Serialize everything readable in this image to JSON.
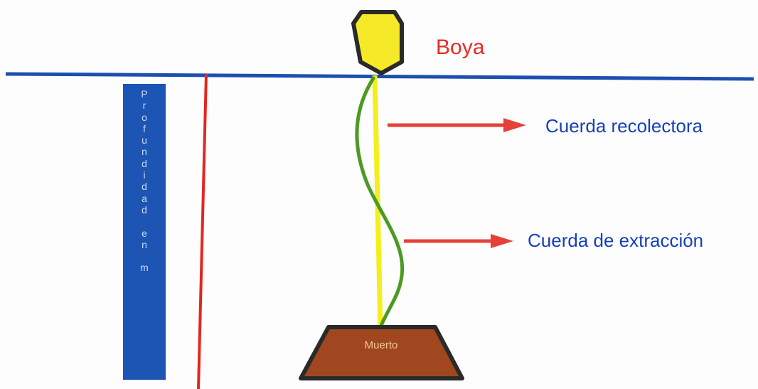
{
  "labels": {
    "buoy": "Boya",
    "collector_rope": "Cuerda recolectora",
    "extraction_rope": "Cuerda de extracción",
    "anchor": "Muerto"
  },
  "depth_axis": {
    "letters": [
      "P",
      "r",
      "o",
      "f",
      "u",
      "n",
      "d",
      "i",
      "d",
      "a",
      "d",
      "",
      "e",
      "n",
      "",
      "m"
    ]
  },
  "colors": {
    "water_line": "#1c4fb0",
    "depth_column": "#1c55b4",
    "depth_line": "#e3261f",
    "buoy_fill": "#f6e928",
    "buoy_outline": "#2a2a2a",
    "collector_rope": "#f4ee1c",
    "extraction_rope": "#4c9a22",
    "arrow": "#e5413a",
    "anchor_fill": "#a0471f",
    "anchor_outline": "#2a2a2a",
    "buoy_label": "#e52b25",
    "rope_labels": "#1740b8",
    "anchor_label": "#f4c89a"
  }
}
